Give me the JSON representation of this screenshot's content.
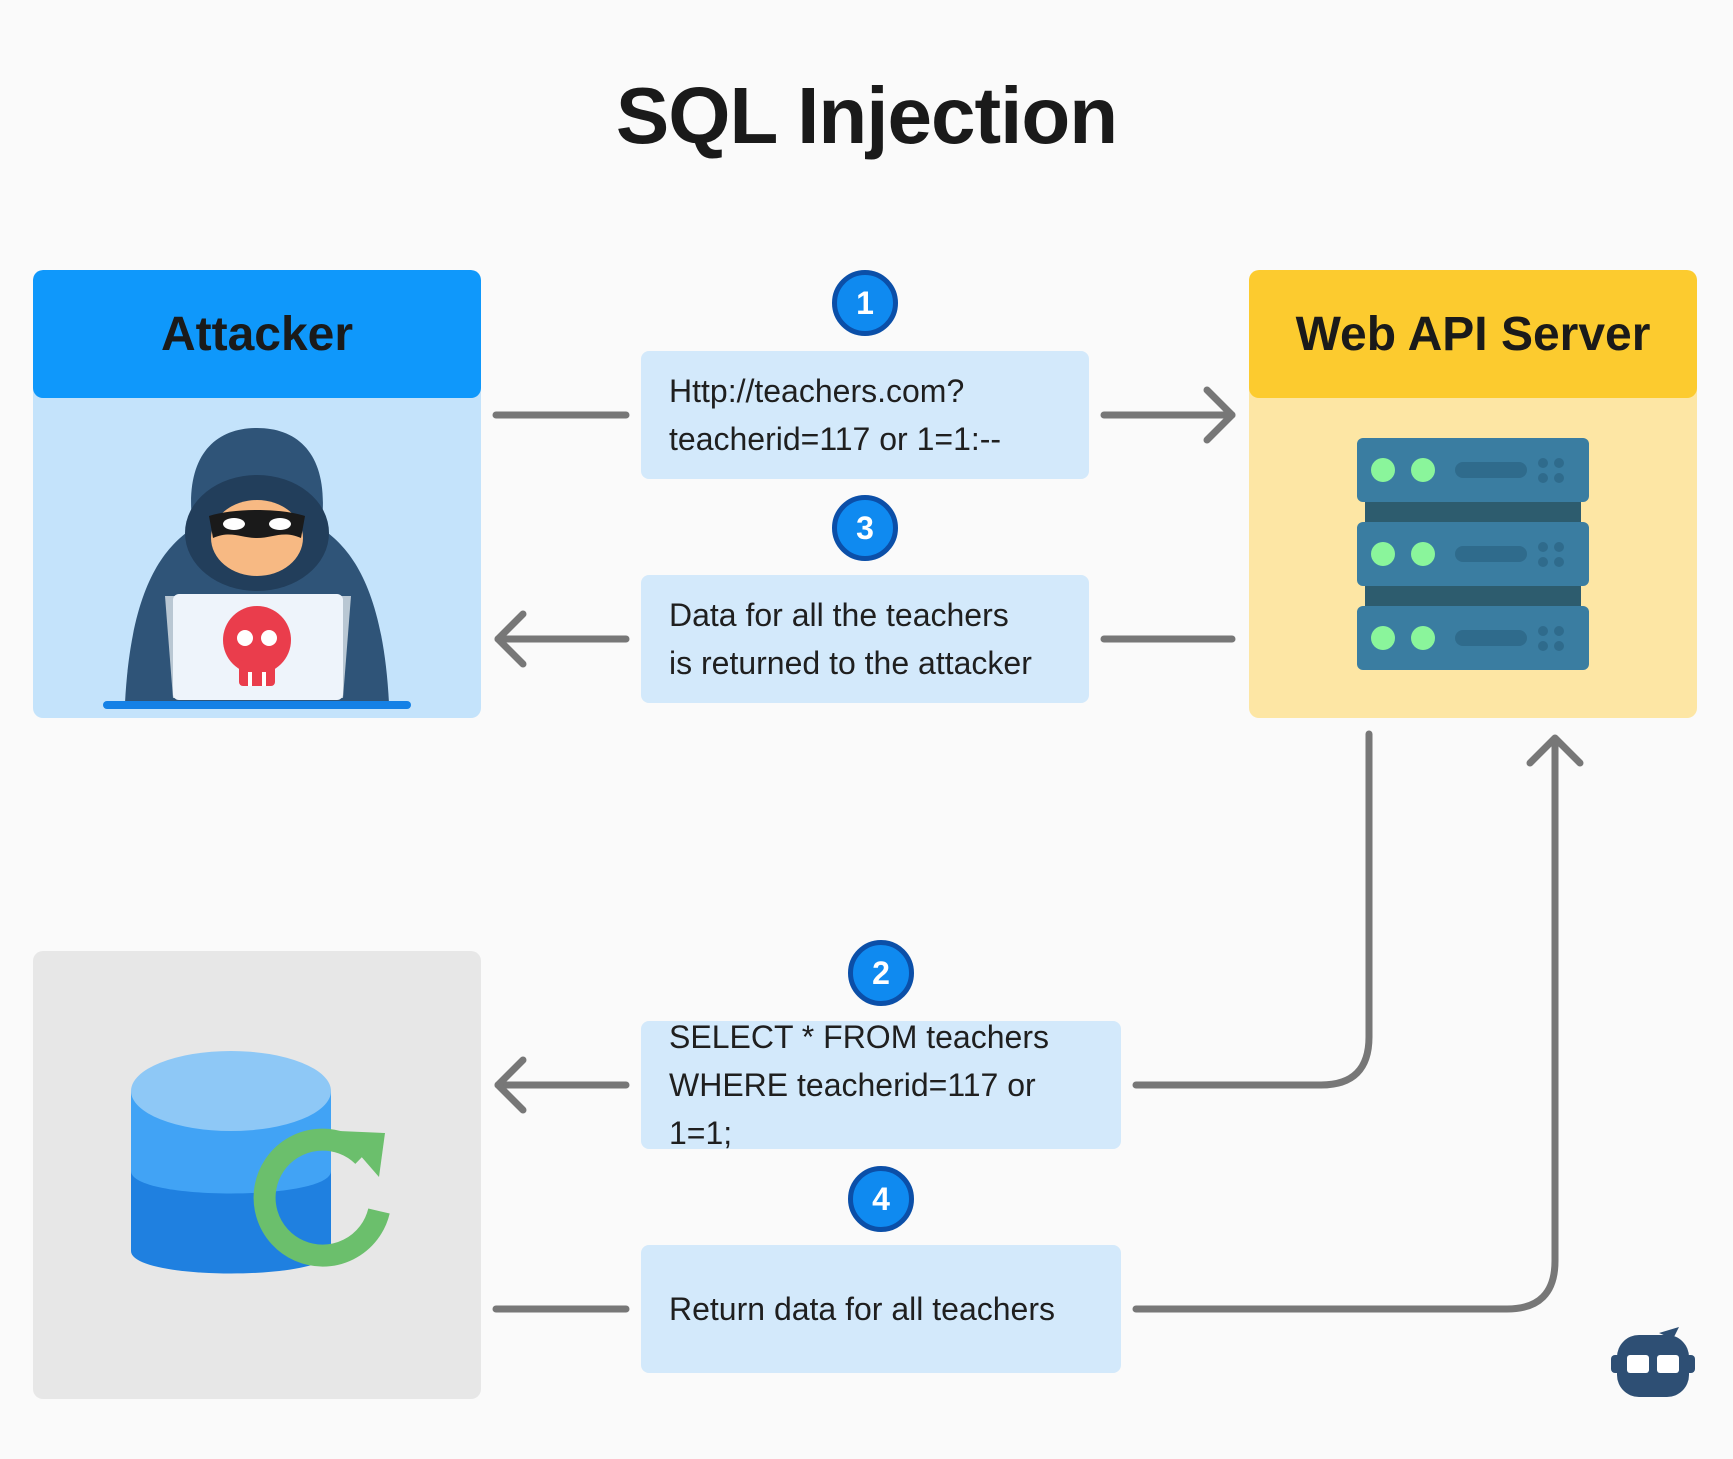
{
  "title": "SQL Injection",
  "nodes": {
    "attacker": {
      "label": "Attacker",
      "color": "#0f98fb",
      "bg": "#c4e3fb"
    },
    "server": {
      "label": "Web API Server",
      "color": "#fccb2f",
      "bg": "#fde6a4"
    },
    "database": {
      "label": "",
      "bg": "#e7e7e7"
    }
  },
  "steps": [
    {
      "number": "1",
      "lines": [
        "Http://teachers.com?",
        "teacherid=117 or 1=1:--"
      ]
    },
    {
      "number": "2",
      "lines": [
        "SELECT * FROM teachers",
        "WHERE teacherid=117 or 1=1;"
      ]
    },
    {
      "number": "3",
      "lines": [
        "Data for all the teachers",
        "is returned to the attacker"
      ]
    },
    {
      "number": "4",
      "lines": [
        "Return data for all teachers"
      ]
    }
  ],
  "icons": {
    "attacker": "hooded-hacker-icon",
    "server": "server-rack-icon",
    "database": "database-refresh-icon",
    "brand": "robot-logo-icon"
  },
  "colors": {
    "arrow": "#777777",
    "badge": "#0f8af0",
    "message_bg": "#d3e9fb"
  }
}
